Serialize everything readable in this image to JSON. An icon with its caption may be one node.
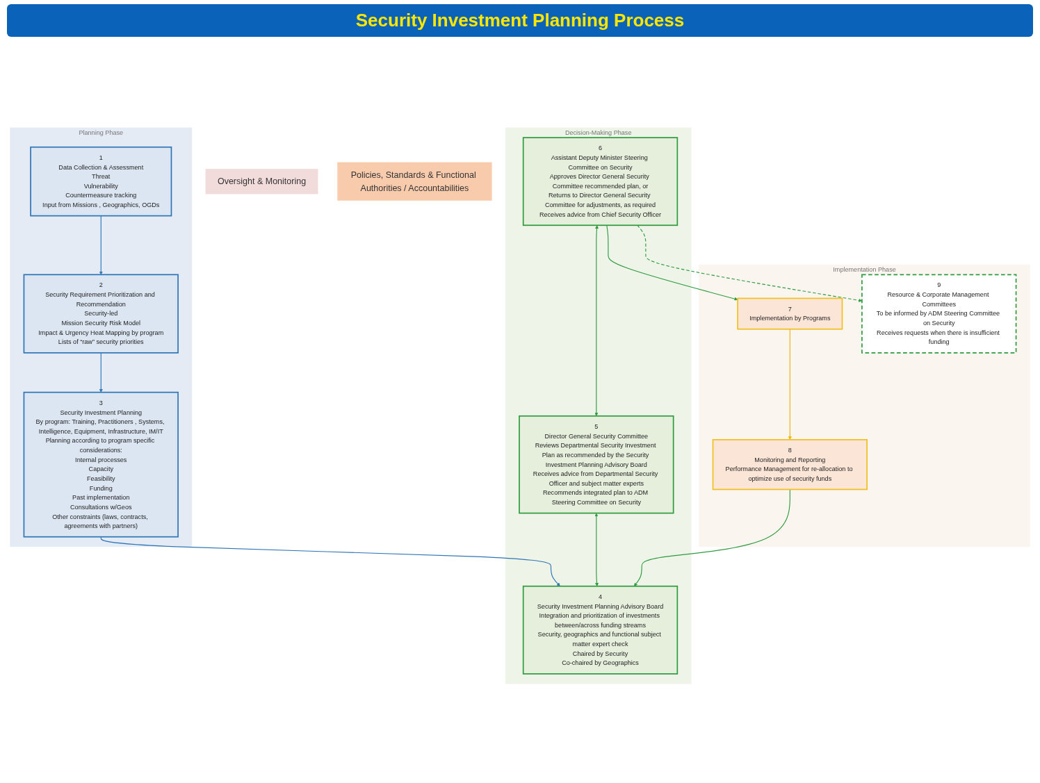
{
  "diagram": {
    "title": "Security Investment Planning Process",
    "nodes": [
      {
        "text": [
          "Oversight & Monitoring"
        ]
      },
      {
        "text": [
          "Planning Phase"
        ]
      },
      {
        "text": [
          "1",
          "Data Collection & Assessment",
          "Threat",
          "Vulnerability",
          "Countermeasure tracking",
          "Input from Missions , Geographics, OGDs"
        ],
        "in": 1
      },
      {
        "text": [
          "2",
          "Security Requirement Prioritization and Recommendation",
          "Security-led",
          "Mission Security Risk Model",
          "Impact & Urgency Heat Mapping by program",
          "Lists of “raw” security priorities"
        ],
        "in": 1
      },
      {
        "text": [
          "3",
          "Security Investment Planning",
          "By program: Training, Practitioners , Systems, Intelligence, Equipment, Infrastructure, IM/IT",
          "Planning according to program specific considerations:",
          "Internal processes",
          "Capacity",
          "Feasibility",
          "Funding",
          "Past implementation",
          "Consultations w/Geos",
          "Other constraints (laws, contracts, agreements with partners)"
        ],
        "in": 1
      },
      {
        "text": [
          "Decision-Making Phase"
        ]
      },
      {
        "text": [
          "6",
          "Assistant Deputy Minister Steering Committee on Security",
          "Approves Director General Security Committee recommended plan, or",
          "Returns to Director General Security Committee for adjustments, as required",
          "Receives advice from Chief Security Officer"
        ],
        "in": 5
      },
      {
        "text": [
          "5",
          "Director General Security Committee",
          "Reviews Departmental Security Investment Plan as recommended by the Security Investment Planning Advisory Board",
          "Receives advice from Departmental Security Officer and subject matter experts",
          "Recommends integrated plan to ADM Steering Committee on Security"
        ],
        "in": 5
      },
      {
        "text": [
          "4",
          "Security Investment Planning Advisory Board",
          "Integration and prioritization of investments between/across funding streams",
          "Security, geographics and functional subject matter expert check",
          "Chaired by Security",
          "Co-chaired by Geographics"
        ],
        "in": 5
      },
      {
        "text": [
          "Implementation Phase"
        ]
      },
      {
        "text": [
          "7",
          "Implementation by Programs"
        ],
        "in": 9
      },
      {
        "text": [
          "8",
          "Monitoring and Reporting",
          "Performance Management for re-allocation to optimize use of security funds"
        ],
        "in": 9
      },
      {
        "text": [
          "9",
          "Resource & Corporate Management Committees",
          "To be informed by ADM Steering Committee on Security",
          "Receives requests when there is insufficient funding"
        ],
        "in": 9
      },
      {
        "text": [
          "Policies, Standards & Functional Authorities / Accountabilities"
        ]
      }
    ],
    "edges": [
      {
        "from": 2,
        "to": 3,
        "arrow": "to",
        "color": "#2e75b6"
      },
      {
        "from": 3,
        "to": 4,
        "arrow": "to",
        "color": "#2e75b6"
      },
      {
        "from": 4,
        "to": 8,
        "arrow": "to",
        "color": "#2e75b6"
      },
      {
        "from": 6,
        "to": 7,
        "arrow": "both"
      },
      {
        "from": 7,
        "to": 8,
        "arrow": "both"
      },
      {
        "from": 6,
        "to": 10,
        "arrow": "to"
      },
      {
        "from": 10,
        "to": 11,
        "arrow": "to",
        "color": "#f0b400"
      },
      {
        "from": 11,
        "to": 8,
        "arrow": "to"
      },
      {
        "from": 6,
        "to": 12,
        "arrow": "to",
        "style": "dashed"
      }
    ]
  }
}
